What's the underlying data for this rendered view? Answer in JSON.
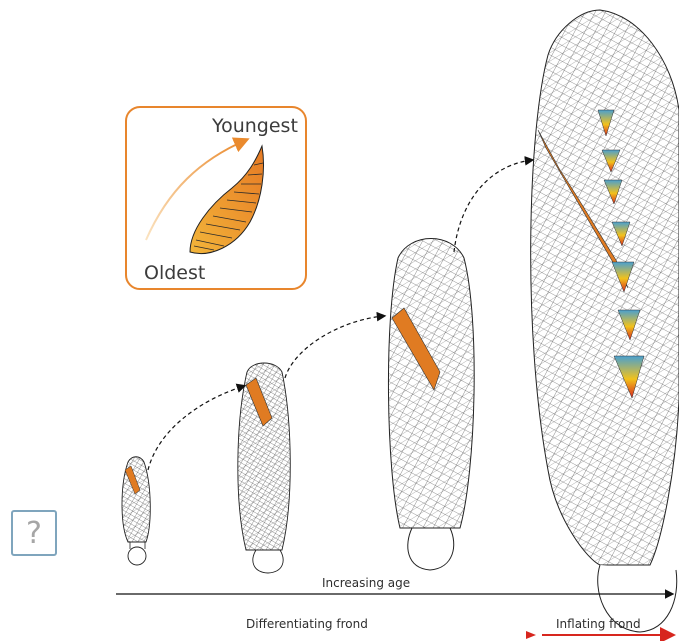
{
  "inset": {
    "youngest_label": "Youngest",
    "oldest_label": "Oldest"
  },
  "timeline": {
    "age_label": "Increasing age",
    "differentiating_label": "Differentiating frond",
    "inflating_label": "Inflating frond"
  },
  "help_button": {
    "icon": "question-mark-icon",
    "glyph": "?"
  },
  "colors": {
    "inset_border": "#e8862d",
    "highlight_band": "#e07b22",
    "help_border": "#7fa5bd",
    "gradient_blue": "#3a6fb5",
    "gradient_yellow": "#f2c21b",
    "gradient_red": "#d7261e"
  }
}
